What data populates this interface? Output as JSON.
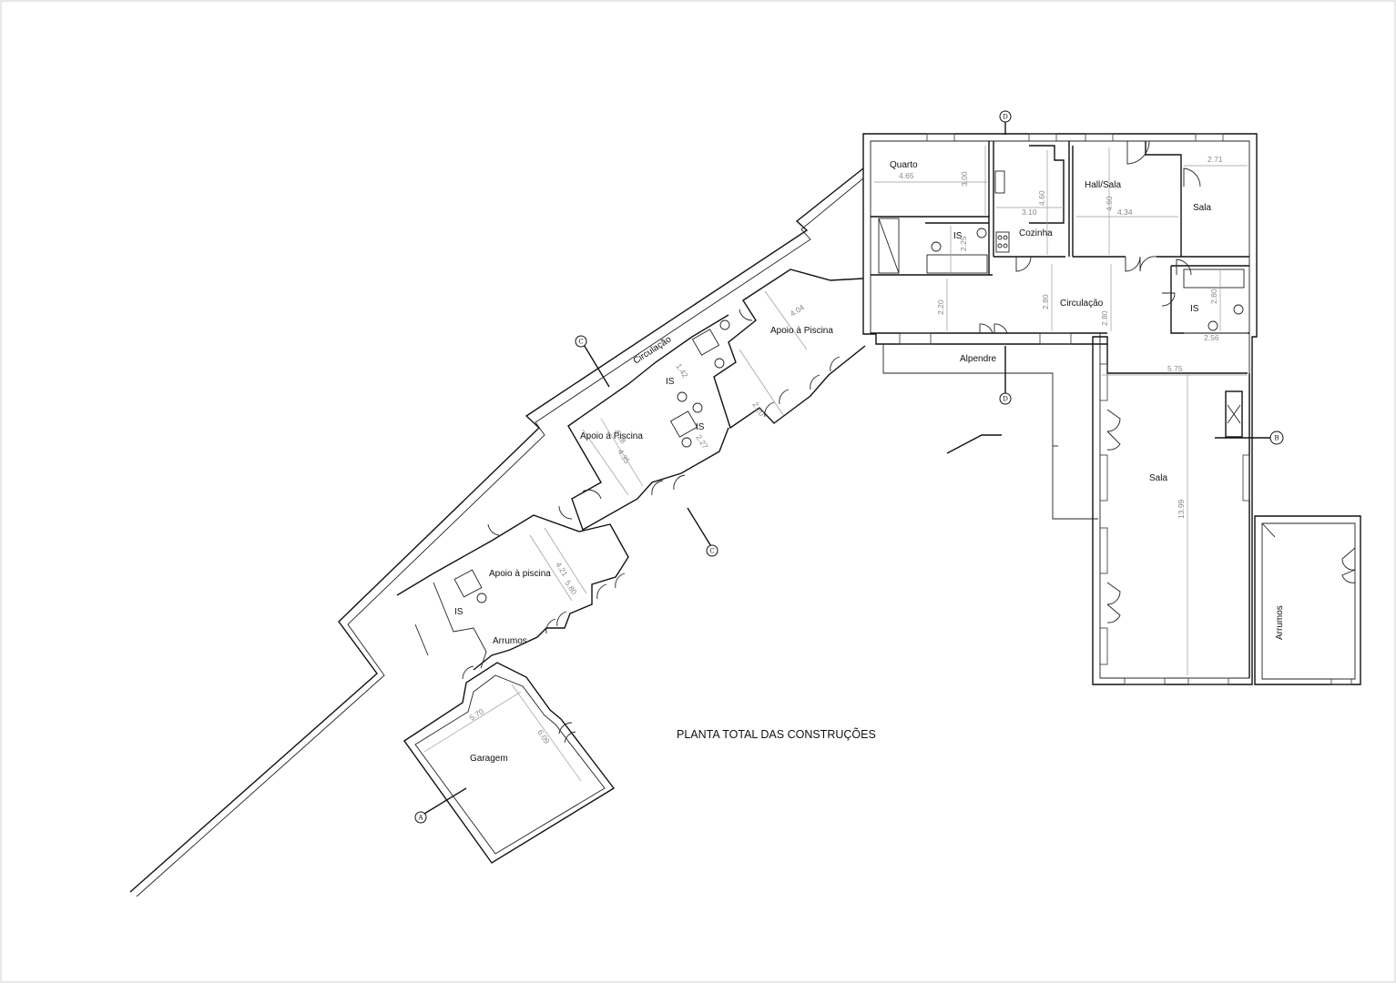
{
  "plan": {
    "title": "PLANTA TOTAL DAS CONSTRUÇÕES",
    "rooms": {
      "quarto": "Quarto",
      "is_house": "IS",
      "cozinha": "Cozinha",
      "hall_sala": "Hall/Sala",
      "sala_small": "Sala",
      "circulacao_house": "Circulação",
      "is_right": "IS",
      "alpendre": "Alpendre",
      "sala_large": "Sala",
      "arrumos_right": "Arrumos",
      "circulacao_diag": "Circulação",
      "apoio_1": "Apoio à Piscina",
      "apoio_2": "Apoio à Piscina",
      "is_diag_1": "IS",
      "is_diag_2": "IS",
      "apoio_3": "Apoio à piscina",
      "is_diag_3": "IS",
      "arrumos_diag": "Arrumos",
      "garagem": "Garagem"
    },
    "dimensions": {
      "quarto_w": "4.65",
      "quarto_h": "3.00",
      "is_h": "2.25",
      "cozinha_w": "3.10",
      "cozinha_h": "4.60",
      "hall_h": "4.60",
      "hall_w": "4.34",
      "sala_small_w": "2.71",
      "circ_a": "2.20",
      "circ_b": "2.80",
      "circ_c": "2.80",
      "is_right_h": "2.80",
      "is_right_w": "2.56",
      "sala_large_w": "5.75",
      "sala_large_h": "13.99",
      "apoio1_w": "4.04",
      "apoio1_h": "2.20",
      "apoio2_a": "4.28",
      "apoio2_b": "4.35",
      "is_diag_a": "2.27",
      "is_diag_b": "1.42",
      "apoio3_a": "4.21",
      "apoio3_b": "5.80",
      "garagem_w": "5.70",
      "garagem_h": "6.09"
    },
    "section_markers": {
      "top": "D",
      "alpendre": "D",
      "right": "B",
      "diag_upper": "C",
      "diag_mid": "C",
      "garagem": "A"
    }
  }
}
